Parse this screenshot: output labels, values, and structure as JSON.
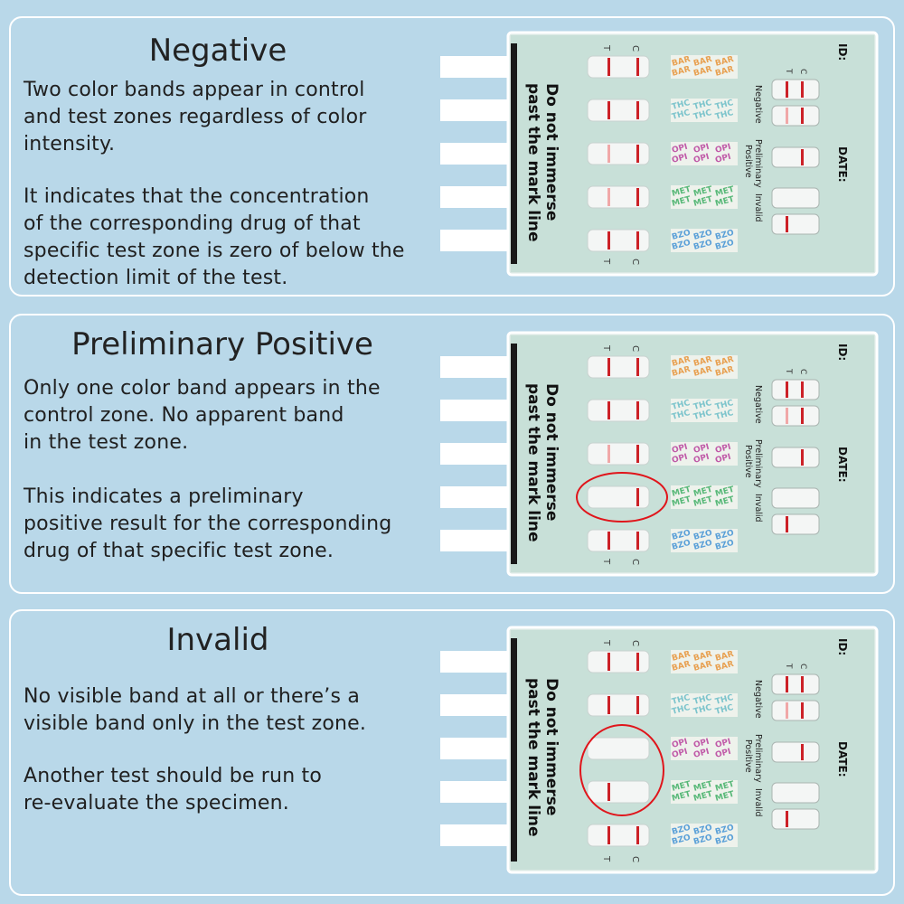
{
  "colors": {
    "background": "#b9d8e9",
    "panel_border": "#ffffff",
    "cassette": "#c8e0d8",
    "band": "#cc2127",
    "faint_band": "#f0a8a8",
    "highlight_circle": "#e0151b",
    "drug_label_colors": [
      "#e8a050",
      "#7cc4cc",
      "#c05aa8",
      "#58b878",
      "#5aa0d8"
    ]
  },
  "cassette_labels": {
    "warning_line1": "Do not",
    "warning_line2": "immerse",
    "warning_line3": "past the mark line",
    "id": "ID:",
    "date": "DATE:",
    "control": "C",
    "test": "T",
    "legend_negative": "Negative",
    "legend_preliminary": "Preliminary",
    "legend_positive": "Positive",
    "legend_invalid": "Invalid",
    "drugs": [
      "BAR",
      "THC",
      "OPI",
      "MET",
      "BZO"
    ]
  },
  "panels": [
    {
      "title": "Negative",
      "paragraphs": [
        "Two color bands appear in control\nand test zones regardless of color\nintensity.",
        "It indicates that the concentration\nof the corresponding drug of that\nspecific test zone is zero of below the\ndetection limit of the test."
      ]
    },
    {
      "title": "Preliminary Positive",
      "paragraphs": [
        "Only one color band appears in the\ncontrol zone. No apparent band\nin the test zone.",
        "This indicates a preliminary\npositive result for the corresponding\ndrug of that specific test zone."
      ]
    },
    {
      "title": "Invalid",
      "paragraphs": [
        "No visible band at all or there’s a\nvisible band only in the test zone.",
        "Another test should be run to\nre-evaluate the specimen."
      ]
    }
  ]
}
